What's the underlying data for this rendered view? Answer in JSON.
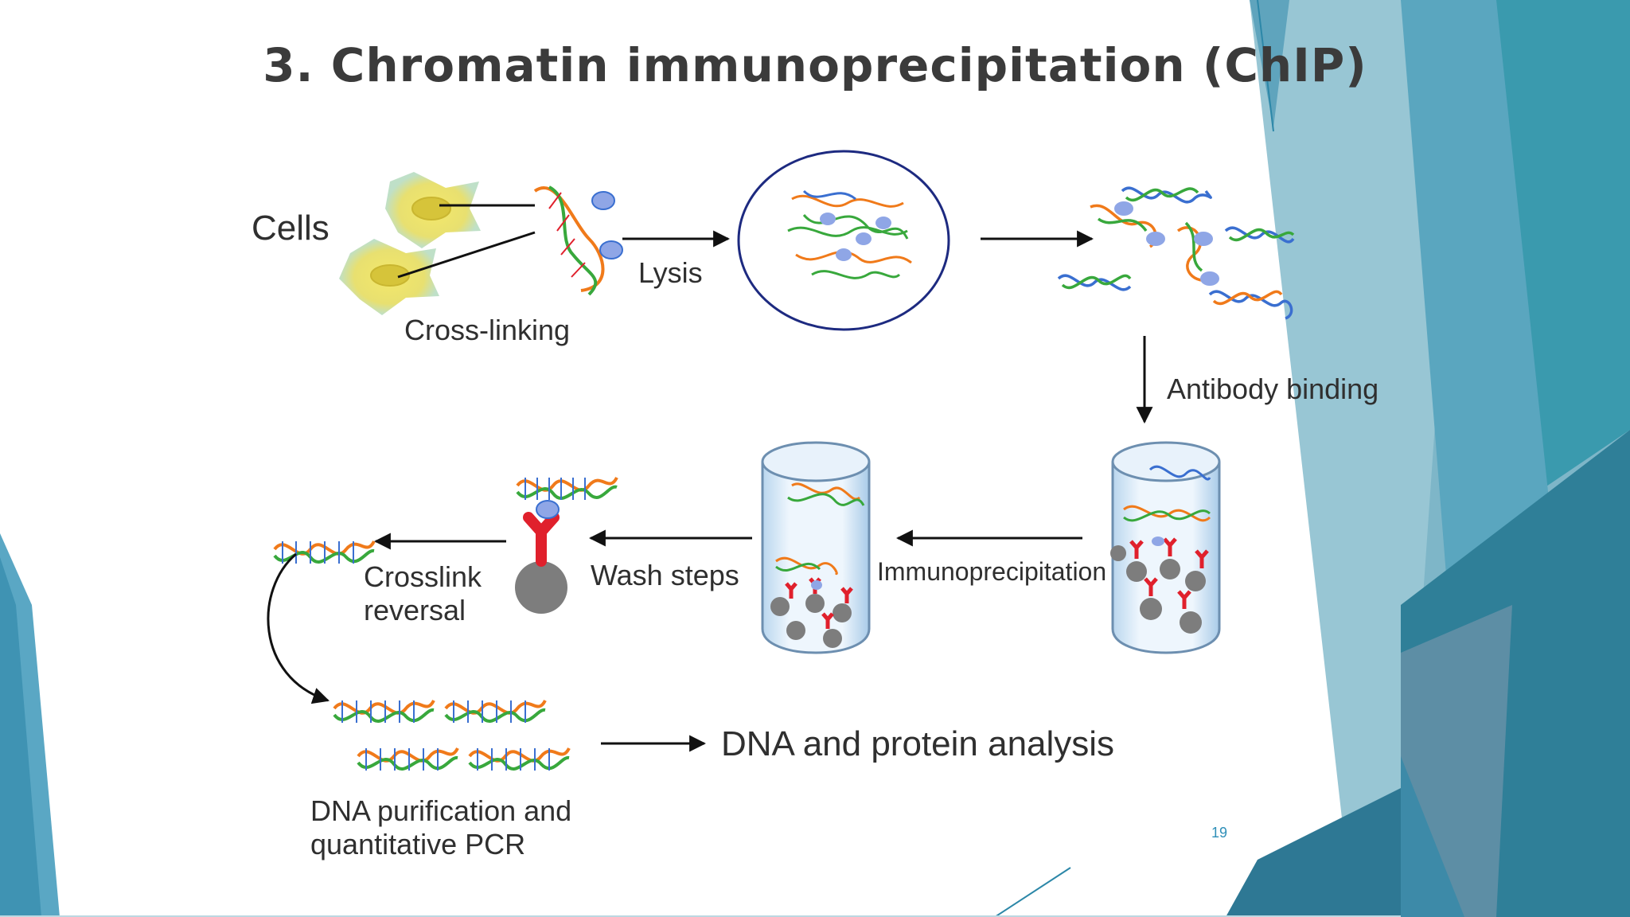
{
  "slide": {
    "title": "3. Chromatin immunoprecipitation (ChIP)",
    "page_number": "19"
  },
  "diagram": {
    "labels": {
      "cells": "Cells",
      "cross_linking": "Cross-linking",
      "lysis": "Lysis",
      "antibody_binding": "Antibody binding",
      "immunoprecipitation": "Immunoprecipitation",
      "wash_steps": "Wash steps",
      "crosslink_reversal_line1": "Crosslink",
      "crosslink_reversal_line2": "reversal",
      "dna_purification_line1": "DNA purification and",
      "dna_purification_line2": "quantitative PCR",
      "analysis": "DNA and protein analysis"
    }
  },
  "colors": {
    "accent_teal": "#2f8fa3",
    "dark_teal": "#1e6f86",
    "antibody_red": "#e0202c",
    "bead_gray": "#7d7d7d",
    "dna_orange": "#f07a1a",
    "dna_green": "#38a83c",
    "dna_blue": "#3a6fd0",
    "protein_blue": "#8fa6e6"
  }
}
